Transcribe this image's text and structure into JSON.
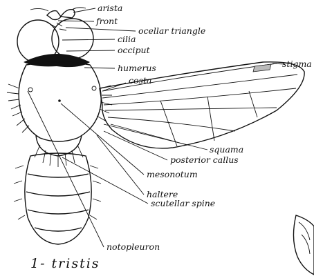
{
  "figure": {
    "labels": {
      "arista": "arista",
      "front": "front",
      "ocellar_triangle": "ocellar triangle",
      "cilia": "cilia",
      "occiput": "occiput",
      "humerus": "humerus",
      "costa": "costa",
      "stigma": "stigma",
      "squama": "squama",
      "posterior_callus": "posterior callus",
      "mesonotum": "mesonotum",
      "haltere": "haltere",
      "scutellar_spine": "scutellar spine",
      "notopleuron": "notopleuron"
    },
    "caption": "1- tristis"
  }
}
